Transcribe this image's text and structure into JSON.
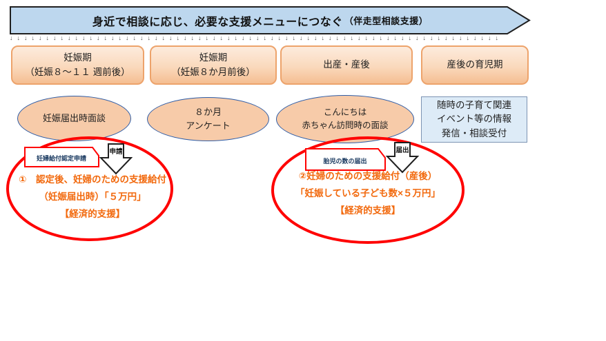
{
  "banner": {
    "title": "身近で相談に応じ、必要な支援メニューにつなぐ",
    "subtitle": "（伴走型相談支援）"
  },
  "divider": {
    "glyph": "↓",
    "count": 68
  },
  "stages": [
    {
      "lines": [
        "妊娠期",
        "（妊娠８～１１ 週前後）"
      ]
    },
    {
      "lines": [
        "妊娠期",
        "（妊娠８か月前後）"
      ]
    },
    {
      "lines": [
        "出産・産後"
      ]
    },
    {
      "lines": [
        "産後の育児期"
      ]
    }
  ],
  "contacts": [
    {
      "lines": [
        "妊娠届出時面談"
      ]
    },
    {
      "lines": [
        "８か月",
        "アンケート"
      ]
    },
    {
      "lines": [
        "こんにちは",
        "赤ちゃん訪問時の面談"
      ]
    }
  ],
  "info_box": {
    "lines": [
      "随時の子育て関連",
      "イベント等の情報",
      "発信・相談受付"
    ]
  },
  "benefit1": {
    "tag": "妊婦給付認定申請",
    "arrow_label": "申請",
    "lines": [
      "①　認定後、妊婦のための支援給付",
      "（妊娠届出時）「５万円」",
      "【経済的支援】"
    ]
  },
  "benefit2": {
    "tag": "胎児の数の届出",
    "arrow_label": "届出",
    "lines": [
      "②妊婦のための支援給付（産後）",
      "「妊娠している子ども数×５万円」",
      "【経済的支援】"
    ]
  },
  "colors": {
    "banner_fill": "#BDD7EE",
    "banner_border": "#1F1F1F",
    "stage_border": "#EDA36B",
    "stage_fill_top": "#FDEBDD",
    "stage_fill_bottom": "#F5BE92",
    "oval_fill": "#F7CBA9",
    "oval_border": "#2E5CA6",
    "info_fill": "#DDEBF7",
    "info_border": "#7C93B2",
    "highlight_red": "#FF0000",
    "benefit_text": "#F2690D",
    "tag_text": "#17375E"
  }
}
